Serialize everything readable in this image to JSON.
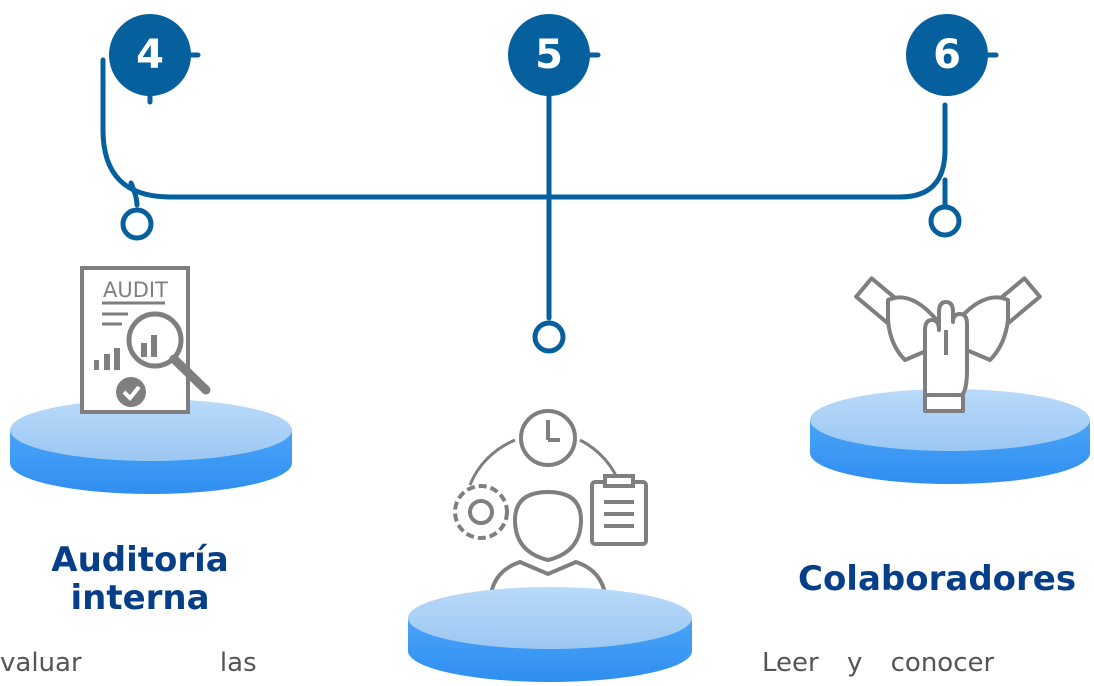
{
  "steps": [
    {
      "number": "4",
      "title_line1": "Auditoría",
      "title_line2": "interna",
      "description": "valuar las",
      "icon": "audit-document-icon"
    },
    {
      "number": "5",
      "icon": "person-process-icon"
    },
    {
      "number": "6",
      "title_line1": "Colaboradores",
      "description": "Leer y conocer",
      "icon": "teamwork-hands-icon"
    }
  ],
  "colors": {
    "primary": "#06609e",
    "title": "#063f88",
    "pedestal_top": "#a9d0f5",
    "pedestal_side": "#3f9af4",
    "icon_gray": "#7f7f7f",
    "text_gray": "#555555"
  }
}
